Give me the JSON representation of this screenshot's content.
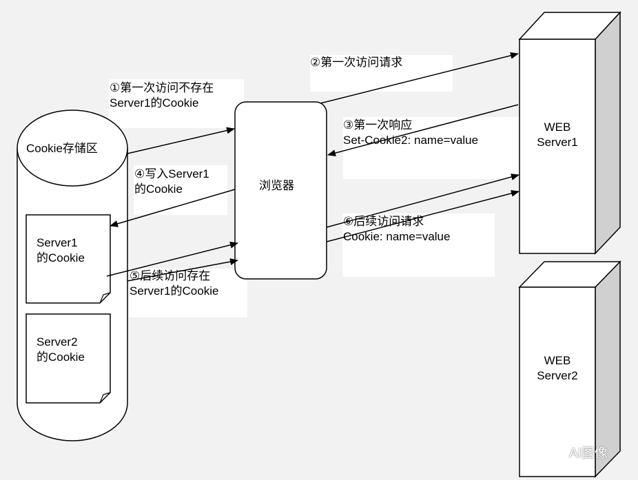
{
  "storage": {
    "title": "Cookie存储区",
    "doc1": [
      "Server1",
      "的Cookie"
    ],
    "doc2": [
      "Server2",
      "的Cookie"
    ]
  },
  "browser": {
    "label": "浏览器"
  },
  "servers": [
    {
      "lines": [
        "WEB",
        "Server1"
      ]
    },
    {
      "lines": [
        "WEB",
        "Server2"
      ]
    }
  ],
  "steps": {
    "s1": [
      "①第一次访问不存在",
      "Server1的Cookie"
    ],
    "s2": [
      "②第一次访问请求"
    ],
    "s3": [
      "③第一次响应",
      "Set-Cookie2: name=value"
    ],
    "s4": [
      "④写入Server1",
      "的Cookie"
    ],
    "s5": [
      "⑤后续访问存在",
      "Server1的Cookie"
    ],
    "s6": [
      "⑥后续访问请求",
      "Cookie: name=value"
    ]
  },
  "watermark": "AI图像"
}
